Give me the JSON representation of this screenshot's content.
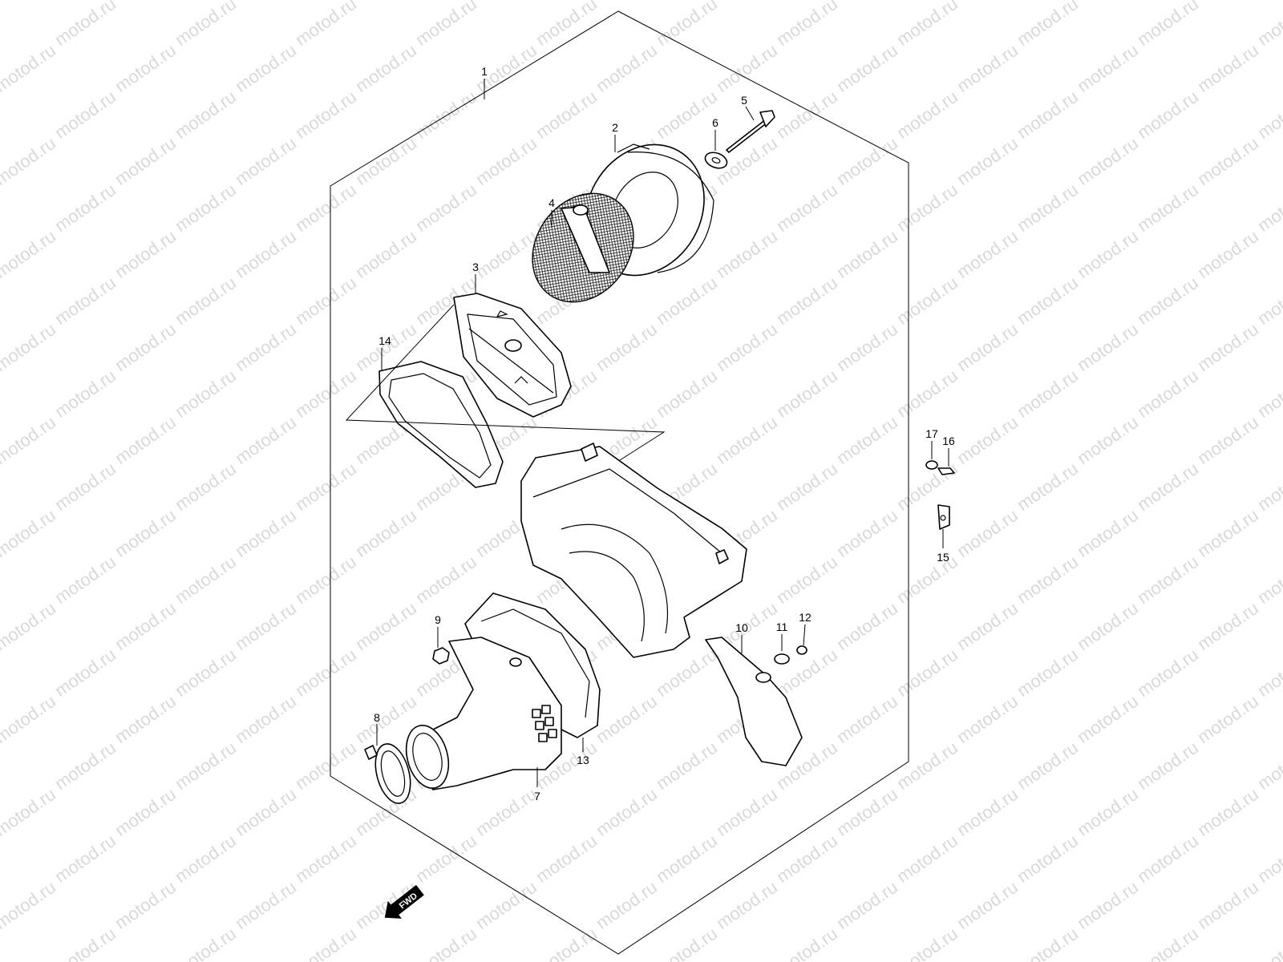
{
  "watermark": "motod.ru",
  "direction_badge": "FWD",
  "callouts": [
    "1",
    "2",
    "3",
    "4",
    "5",
    "6",
    "7",
    "8",
    "9",
    "10",
    "11",
    "12",
    "13",
    "14",
    "15",
    "16",
    "17"
  ]
}
